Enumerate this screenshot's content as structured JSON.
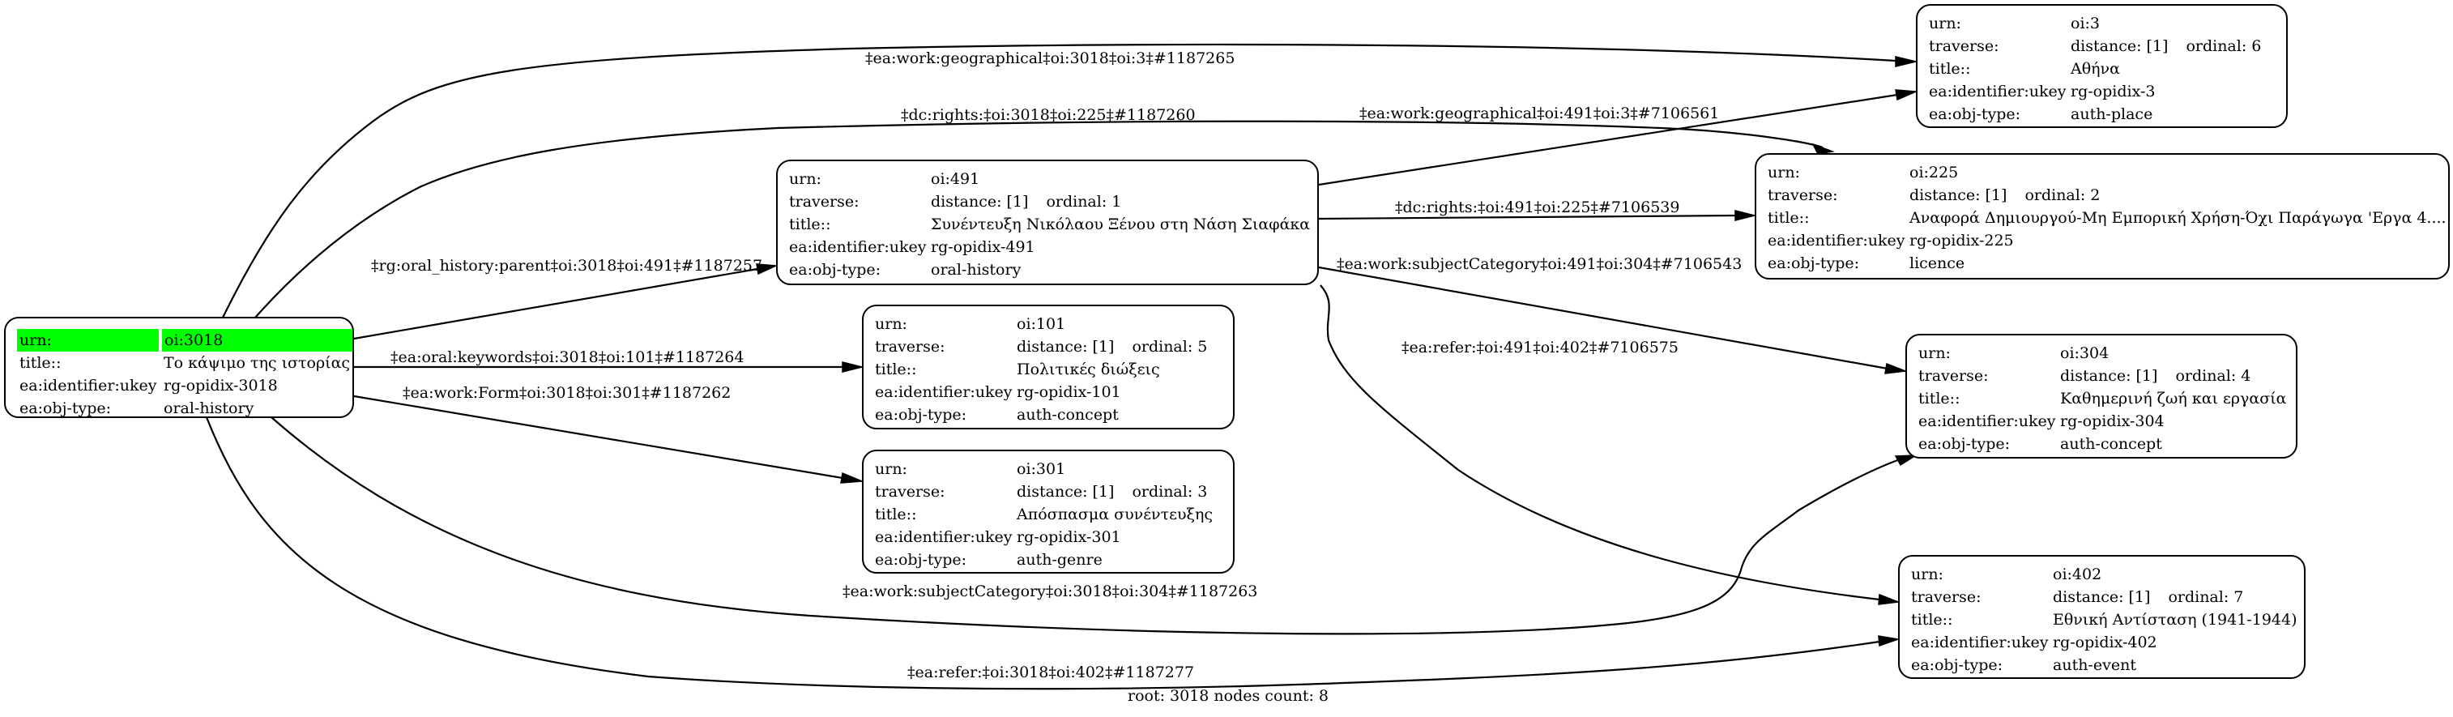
{
  "root": {
    "urn_label": "urn:",
    "urn": "oi:3018",
    "title_label": "title::",
    "title": "Το κάψιμο της ιστορίας",
    "ukey_label": "ea:identifier:ukey",
    "ukey": "rg-opidix-3018",
    "type_label": "ea:obj-type:",
    "type": "oral-history",
    "highlight_color": "#00ff00"
  },
  "labels": {
    "urn": "urn:",
    "traverse": "traverse:",
    "title": "title::",
    "ukey": "ea:identifier:ukey",
    "type": "ea:obj-type:"
  },
  "nodes": [
    {
      "id": "oi491",
      "urn": "oi:491",
      "distance": "distance: [1]",
      "ordinal": "ordinal: 1",
      "title": "Συνέντευξη Νικόλαου Ξένου στη Νάση Σιαφάκα",
      "ukey": "rg-opidix-491",
      "type": "oral-history"
    },
    {
      "id": "oi101",
      "urn": "oi:101",
      "distance": "distance: [1]",
      "ordinal": "ordinal: 5",
      "title": "Πολιτικές διώξεις",
      "ukey": "rg-opidix-101",
      "type": "auth-concept"
    },
    {
      "id": "oi301",
      "urn": "oi:301",
      "distance": "distance: [1]",
      "ordinal": "ordinal: 3",
      "title": "Απόσπασμα συνέντευξης",
      "ukey": "rg-opidix-301",
      "type": "auth-genre"
    },
    {
      "id": "oi3",
      "urn": "oi:3",
      "distance": "distance: [1]",
      "ordinal": "ordinal: 6",
      "title": "Αθήνα",
      "ukey": "rg-opidix-3",
      "type": "auth-place"
    },
    {
      "id": "oi225",
      "urn": "oi:225",
      "distance": "distance: [1]",
      "ordinal": "ordinal: 2",
      "title": "Αναφορά Δημιουργού-Μη Εμπορική Χρήση-Όχι Παράγωγα 'Εργα 4....",
      "ukey": "rg-opidix-225",
      "type": "licence"
    },
    {
      "id": "oi304",
      "urn": "oi:304",
      "distance": "distance: [1]",
      "ordinal": "ordinal: 4",
      "title": "Καθημερινή ζωή και εργασία",
      "ukey": "rg-opidix-304",
      "type": "auth-concept"
    },
    {
      "id": "oi402",
      "urn": "oi:402",
      "distance": "distance: [1]",
      "ordinal": "ordinal: 7",
      "title": "Εθνική Αντίσταση (1941-1944)",
      "ukey": "rg-opidix-402",
      "type": "auth-event"
    }
  ],
  "edges": [
    {
      "from": "oi:3018",
      "to": "oi:3",
      "label": "‡ea:work:geographical‡oi:3018‡oi:3‡#1187265"
    },
    {
      "from": "oi:3018",
      "to": "oi:225",
      "label": "‡dc:rights:‡oi:3018‡oi:225‡#1187260"
    },
    {
      "from": "oi:3018",
      "to": "oi:491",
      "label": "‡rg:oral_history:parent‡oi:3018‡oi:491‡#1187257"
    },
    {
      "from": "oi:3018",
      "to": "oi:101",
      "label": "‡ea:oral:keywords‡oi:3018‡oi:101‡#1187264"
    },
    {
      "from": "oi:3018",
      "to": "oi:301",
      "label": "‡ea:work:Form‡oi:3018‡oi:301‡#1187262"
    },
    {
      "from": "oi:3018",
      "to": "oi:304",
      "label": "‡ea:work:subjectCategory‡oi:3018‡oi:304‡#1187263"
    },
    {
      "from": "oi:3018",
      "to": "oi:402",
      "label": "‡ea:refer:‡oi:3018‡oi:402‡#1187277"
    },
    {
      "from": "oi:491",
      "to": "oi:3",
      "label": "‡ea:work:geographical‡oi:491‡oi:3‡#7106561"
    },
    {
      "from": "oi:491",
      "to": "oi:225",
      "label": "‡dc:rights:‡oi:491‡oi:225‡#7106539"
    },
    {
      "from": "oi:491",
      "to": "oi:304",
      "label": "‡ea:work:subjectCategory‡oi:491‡oi:304‡#7106543"
    },
    {
      "from": "oi:491",
      "to": "oi:402",
      "label": "‡ea:refer:‡oi:491‡oi:402‡#7106575"
    }
  ],
  "footer": "root: 3018 nodes count: 8"
}
